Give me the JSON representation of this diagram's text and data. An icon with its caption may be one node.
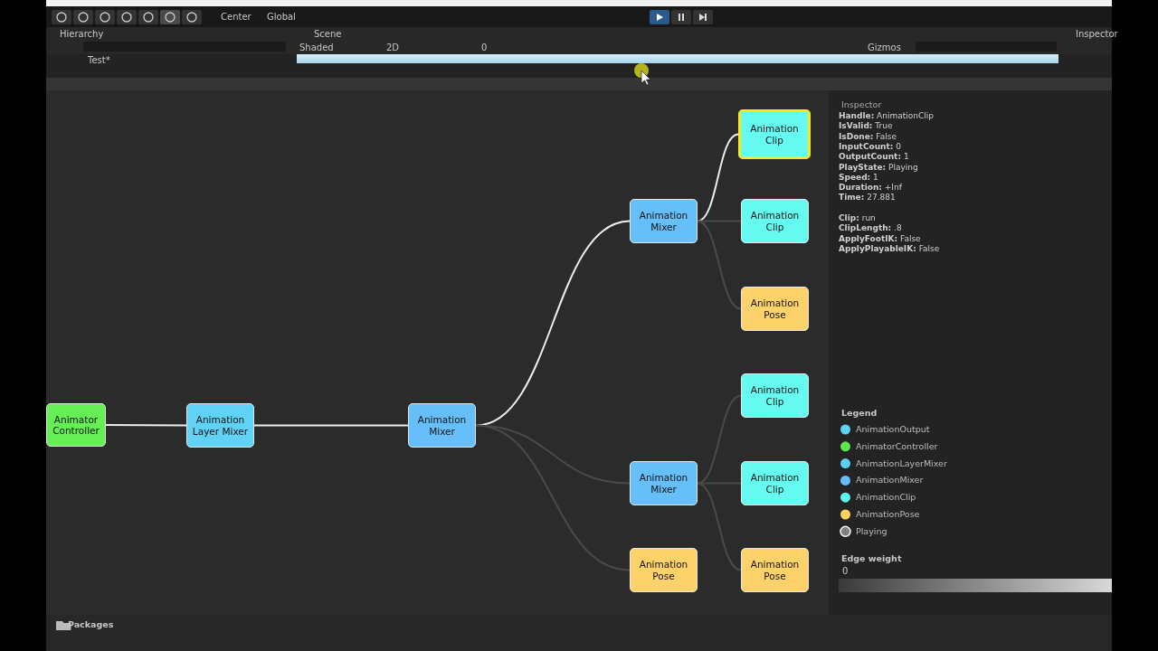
{
  "diagram": {
    "nodes": [
      {
        "text": [
          "Animator Controller"
        ]
      },
      {
        "text": [
          "Animation Layer Mixer"
        ]
      },
      {
        "text": [
          "Animation Mixer"
        ]
      },
      {
        "text": [
          "Animation Mixer"
        ]
      },
      {
        "text": [
          "Animation Clip"
        ]
      },
      {
        "text": [
          "Animation Clip"
        ]
      },
      {
        "text": [
          "Animation Pose"
        ]
      },
      {
        "text": [
          "Animation Clip"
        ]
      },
      {
        "text": [
          "Animation Mixer"
        ]
      },
      {
        "text": [
          "Animation Clip"
        ]
      },
      {
        "text": [
          "Animation Pose"
        ]
      },
      {
        "text": [
          "Animation Pose"
        ]
      },
      {
        "text": [],
        "shape": "bar",
        "beside": [
          "0"
        ]
      }
    ],
    "edges": [
      {
        "from": 0,
        "to": 1,
        "arrow": "none",
        "color": "#eeeeee"
      },
      {
        "from": 1,
        "to": 2,
        "arrow": "none",
        "color": "#eeeeee"
      },
      {
        "from": 2,
        "to": 3,
        "arrow": "none",
        "color": "#eeeeee"
      },
      {
        "from": 2,
        "to": 8,
        "arrow": "none"
      },
      {
        "from": 2,
        "to": 11,
        "arrow": "none"
      },
      {
        "from": 3,
        "to": 4,
        "arrow": "none",
        "color": "#eeeeee"
      },
      {
        "from": 3,
        "to": 5,
        "arrow": "none"
      },
      {
        "from": 3,
        "to": 6,
        "arrow": "none"
      },
      {
        "from": 8,
        "to": 7,
        "arrow": "none"
      },
      {
        "from": 8,
        "to": 9,
        "arrow": "none"
      },
      {
        "from": 8,
        "to": 10,
        "arrow": "none"
      }
    ],
    "labels": [
      "Center",
      "Global",
      "Hierarchy",
      "Scene",
      "Shaded",
      "2D",
      "0",
      "Gizmos",
      "Inspector",
      "Test*",
      "Inspector",
      "**Handle:** AnimationClip",
      "**IsValid:** True",
      "**IsDone:** False",
      "**InputCount:** 0",
      "**OutputCount:** 1",
      "**PlayState:** Playing",
      "**Speed:** 1",
      "**Duration:** +Inf",
      "**Time:** 27.881",
      "**Clip:** run",
      "**ClipLength:** .8",
      "**ApplyFootIK:** False",
      "**ApplyPlayableIK:** False",
      "Legend",
      "Edge weight",
      "Packages"
    ],
    "legend": [
      {
        "text": "AnimationOutput",
        "color": "#5cd3f7"
      },
      {
        "text": "AnimatorController",
        "color": "#5ee84f"
      },
      {
        "text": "AnimationLayerMixer",
        "color": "#5ccff5"
      },
      {
        "text": "AnimationMixer",
        "color": "#64bdf9"
      },
      {
        "text": "AnimationClip",
        "color": "#5ef5ee"
      },
      {
        "text": "AnimationPose",
        "color": "#fcd25e"
      },
      {
        "text": "Playing"
      }
    ]
  }
}
